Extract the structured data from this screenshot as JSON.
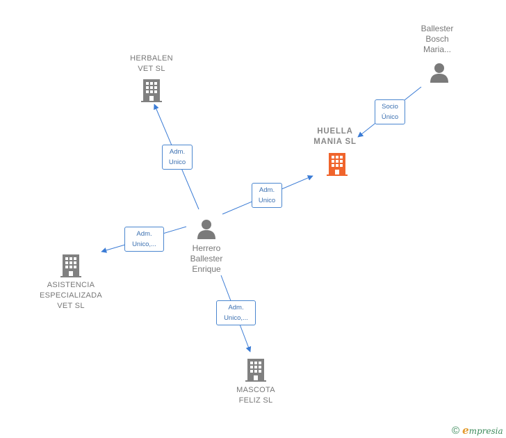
{
  "colors": {
    "edge": "#3a7bd5",
    "company": "#808080",
    "focus_company": "#f0642c",
    "person": "#7a7a7a"
  },
  "nodes": {
    "huella_mania": {
      "label": "HUELLA\nMANIA  SL",
      "kind": "company",
      "icon": "building-icon"
    },
    "herbalen": {
      "label": "HERBALEN\nVET  SL",
      "kind": "company",
      "icon": "building-icon"
    },
    "asistencia": {
      "label": "ASISTENCIA\nESPECIALIZADA\nVET  SL",
      "kind": "company",
      "icon": "building-icon"
    },
    "mascota": {
      "label": "MASCOTA\nFELIZ SL",
      "kind": "company",
      "icon": "building-icon"
    },
    "herrero": {
      "label": "Herrero\nBallester\nEnrique",
      "kind": "person",
      "icon": "person-icon"
    },
    "ballester_bosch": {
      "label": "Ballester\nBosch\nMaria...",
      "kind": "person",
      "icon": "person-icon"
    }
  },
  "edges": {
    "herrero_to_herbalen": {
      "label": "Adm.\nUnico"
    },
    "herrero_to_huella": {
      "label": "Adm.\nUnico"
    },
    "herrero_to_asistencia": {
      "label": "Adm.\nUnico,..."
    },
    "herrero_to_mascota": {
      "label": "Adm.\nUnico,..."
    },
    "ballester_to_huella": {
      "label": "Socio\nÚnico"
    }
  },
  "footer": {
    "copyright": "©",
    "brand_initial": "e",
    "brand_rest": "mpresia"
  }
}
